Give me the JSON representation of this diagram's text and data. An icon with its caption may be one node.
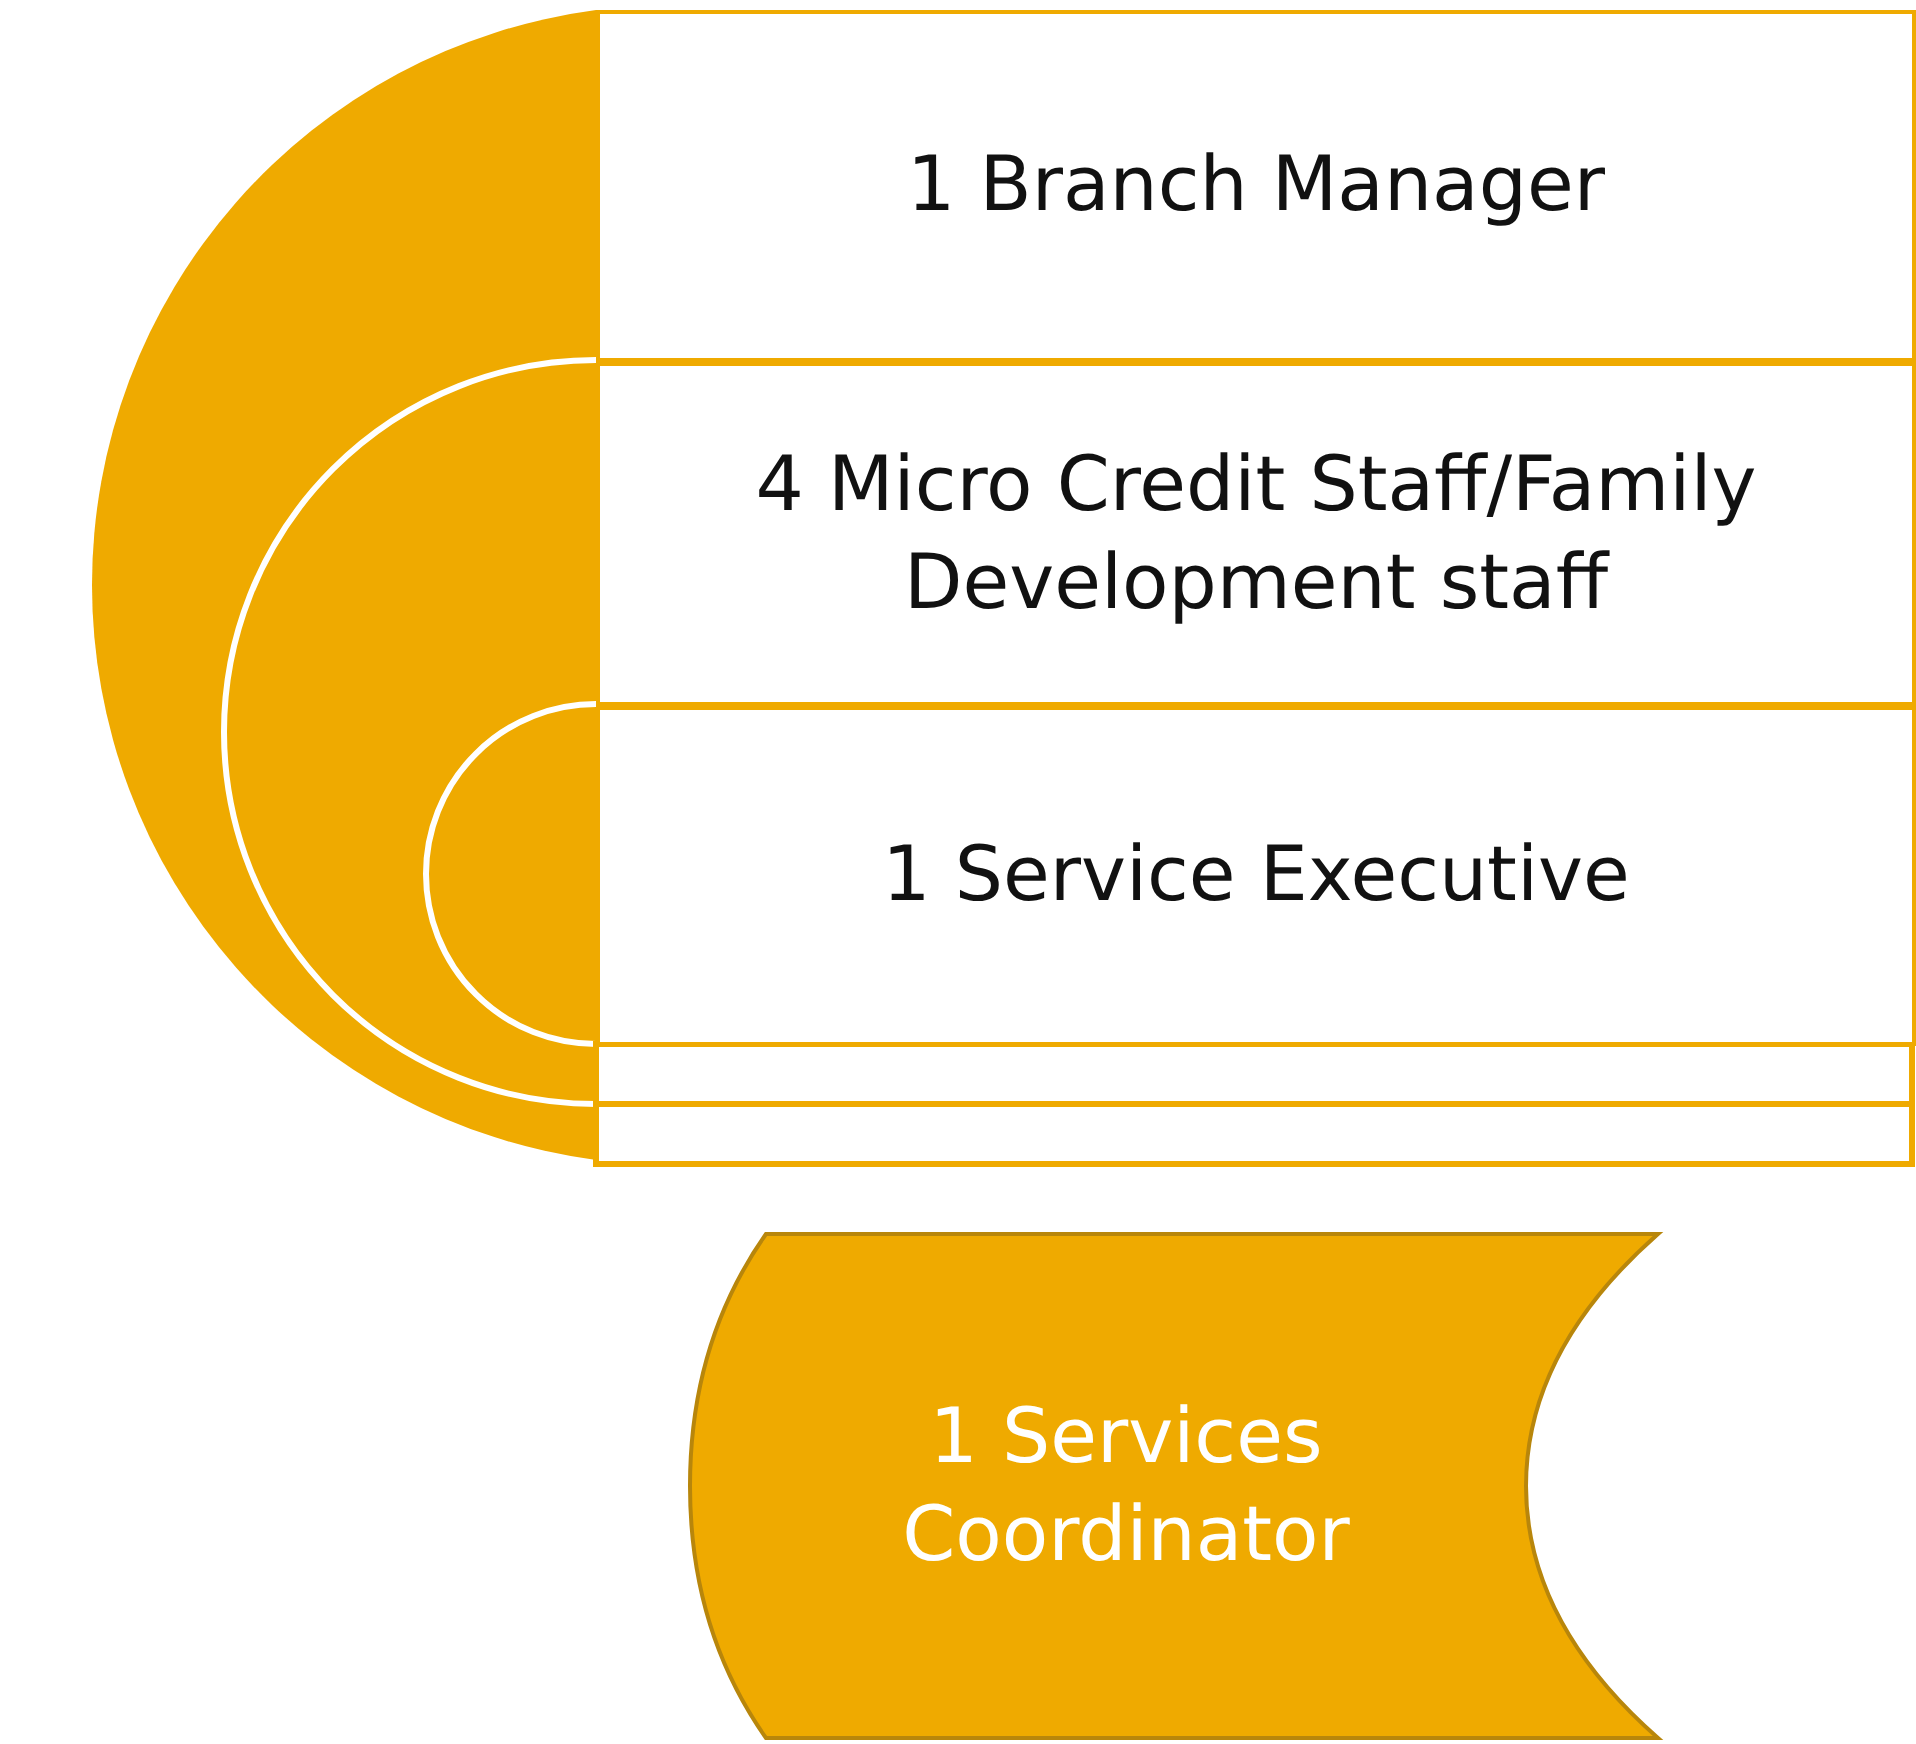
{
  "diagram": {
    "nodes": [
      {
        "text": [
          "1 Branch Manager"
        ]
      },
      {
        "text": [
          "4 Micro Credit Staff/Family Development staff"
        ]
      },
      {
        "text": [
          "1 Service Executive"
        ]
      },
      {
        "text": [
          "1 Services Coordinator"
        ]
      }
    ]
  }
}
